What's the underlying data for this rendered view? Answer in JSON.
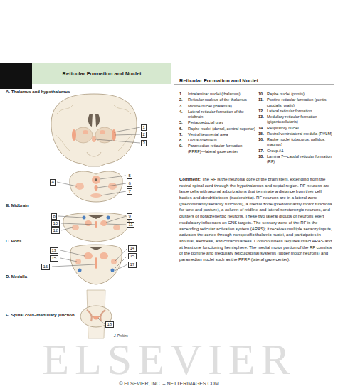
{
  "diagram": {
    "title": "Reticular Formation and Nuclei",
    "nodes": [
      {
        "text": [
          "1"
        ]
      },
      {
        "text": [
          "2"
        ]
      },
      {
        "text": [
          "3"
        ]
      },
      {
        "text": [
          "4"
        ]
      },
      {
        "text": [
          "5"
        ]
      },
      {
        "text": [
          "6"
        ]
      },
      {
        "text": [
          "7"
        ]
      },
      {
        "text": [
          "8"
        ]
      },
      {
        "text": [
          "9"
        ]
      },
      {
        "text": [
          "10"
        ]
      },
      {
        "text": [
          "11"
        ]
      },
      {
        "text": [
          "12"
        ]
      },
      {
        "text": [
          "13"
        ]
      },
      {
        "text": [
          "14"
        ]
      },
      {
        "text": [
          "15"
        ]
      },
      {
        "text": [
          "15"
        ]
      },
      {
        "text": [
          "16"
        ]
      },
      {
        "text": [
          "17"
        ]
      },
      {
        "text": [
          "18"
        ]
      }
    ],
    "labels": [
      "Reticular Formation and Nuclei",
      "A. Thalamus and hypothalamus",
      "B. Midbrain",
      "C. Pons",
      "D. Medulla",
      "E. Spinal cord–medullary junction",
      "J. Perkins",
      "1.",
      "Intralaminar nuclei (thalamus)",
      "2.",
      "Reticular nucleus of the thalamus",
      "3.",
      "Midline nuclei (thalamus)",
      "4.",
      "Lateral reticular formation of the midbrain",
      "5.",
      "Periaqueductal gray",
      "6.",
      "Raphe nuclei (dorsal, central superior)",
      "7.",
      "Ventral tegmental area",
      "8.",
      "Locus coeruleus",
      "9.",
      "Paramedian reticular formation (PPRF)—lateral gaze center",
      "10.",
      "Raphe nuclei (pontis)",
      "11.",
      "Pontine reticular formation (pontis caudalis, oralis)",
      "12.",
      "Lateral reticular formation",
      "13.",
      "Medullary reticular formation (gigantocellularis)",
      "14.",
      "Respiratory nuclei",
      "15.",
      "Rostral ventrolateral medulla (RVLM)",
      "16.",
      "Raphe nuclei (obscurus, pallidus, magnus)",
      "17.",
      "Group A1",
      "18.",
      "Lamina 7—caudal reticular formation (RF)",
      "Comment:",
      "The RF is the neuronal core of the brain stem, extending from the rostral spinal cord through the hypothalamus and septal region. RF neurons are large cells with axonal arborizations that terminate a distance from their cell bodies and dendritic trees (isodendritic). RF neurons are in a lateral zone (predominantly sensory functions), a medial zone (predominantly motor functions for tone and posture), a column of midline and lateral serotonergic neurons, and clusters of noradrenergic neurons. These two lateral groups of neurons exert modulatory influences on CNS targets. The sensory zone of the RF is the ascending reticular activation system (ARAS); it receives multiple sensory inputs, activates the cortex through nonspecific thalamic nuclei, and participates in arousal, alertness, and consciousness. Consciousness requires intact ARAS and at least one functioning hemisphere. The medial motor portion of the RF consists of the pontine and medullary reticulospinal systems (upper motor neurons) and paramedian nuclei such as the PPRF (lateral gaze center).",
      "ELSEVIER",
      "© ELSEVIER, INC. – NETTERIMAGES.COM"
    ]
  }
}
